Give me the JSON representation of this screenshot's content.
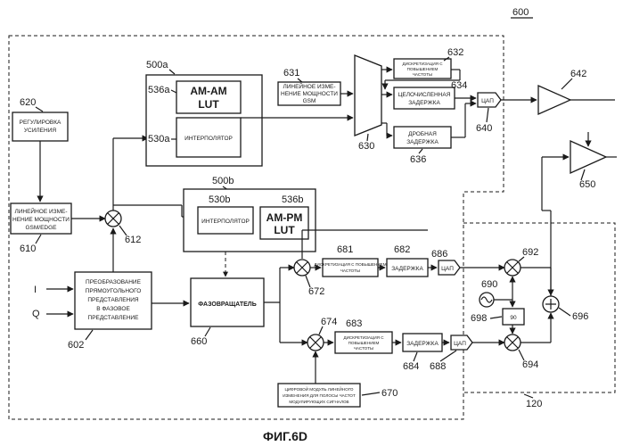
{
  "figure_number": "600",
  "caption": "ФИГ.6D",
  "blocks": {
    "gain_adjust": {
      "ref": "620",
      "lines": [
        "РЕГУЛИРОВКА",
        "УСИЛЕНИЯ"
      ]
    },
    "linear_gsm_edge": {
      "ref": "610",
      "lines": [
        "ЛИНЕЙНОЕ ИЗМЕ-",
        "НЕНИЕ МОЩНОСТИ",
        "GSM/EDGE"
      ]
    },
    "iq_conv": {
      "ref": "602",
      "lines": [
        "ПРЕОБРАЗОВАНИЕ",
        "ПРЯМОУГОЛЬНОГО",
        "ПРЕДСТАВЛЕНИЯ",
        "В ФАЗОВОЕ",
        "ПРЕДСТАВЛЕНИЕ"
      ]
    },
    "block_500a": {
      "ref": "500a"
    },
    "am_am_lut": {
      "ref": "536a",
      "lines": [
        "AM-AM",
        "LUT"
      ]
    },
    "interp_a": {
      "ref": "530a",
      "label": "ИНТЕРПОЛЯТОР"
    },
    "block_500b": {
      "ref": "500b"
    },
    "interp_b": {
      "ref": "530b",
      "label": "ИНТЕРПОЛЯТОР"
    },
    "am_pm_lut": {
      "ref": "536b",
      "lines": [
        "AM-PM",
        "LUT"
      ]
    },
    "phase_rot": {
      "ref": "660",
      "label": "ФАЗОВРАЩАТЕЛЬ"
    },
    "linear_gsm": {
      "ref": "631",
      "lines": [
        "ЛИНЕЙНОЕ ИЗМЕ-",
        "НЕНИЕ МОЩНОСТИ",
        "GSM"
      ]
    },
    "mux": {
      "ref": "630"
    },
    "upsample_top": {
      "ref": "632",
      "lines": [
        "ДИСКРЕТИЗАЦИЯ С",
        "ПОВЫШЕНИЕМ",
        "ЧАСТОТЫ"
      ]
    },
    "int_delay": {
      "ref": "634",
      "lines": [
        "ЦЕЛОЧИСЛЕННАЯ",
        "ЗАДЕРЖКА"
      ]
    },
    "frac_delay": {
      "ref": "636",
      "lines": [
        "ДРОБНАЯ",
        "ЗАДЕРЖКА"
      ]
    },
    "dac_top": {
      "ref": "640",
      "label": "ЦАП"
    },
    "amp_top": {
      "ref": "642"
    },
    "amp_bottom": {
      "ref": "650"
    },
    "upsample_i": {
      "ref": "681",
      "lines": [
        "ДИСКРЕТИЗАЦИЯ С ПОВЫШЕНИЕМ",
        "ЧАСТОТЫ"
      ]
    },
    "delay_i": {
      "ref": "682",
      "label": "ЗАДЕРЖКА"
    },
    "dac_i": {
      "ref": "686",
      "label": "ЦАП"
    },
    "upsample_q": {
      "ref": "683",
      "lines": [
        "ДИСКРЕТИЗАЦИЯ С",
        "ПОВЫШЕНИЕМ",
        "ЧАСТОТЫ"
      ]
    },
    "delay_q": {
      "ref": "684",
      "label": "ЗАДЕРЖКА"
    },
    "dac_q": {
      "ref": "688",
      "label": "ЦАП"
    },
    "digital_module": {
      "ref": "670",
      "lines": [
        "ЦИФРОВОЙ МОДУЛЬ ЛИНЕЙНОГО",
        "ИЗМЕНЕНИЯ ДЛЯ ПОЛОСЫ ЧАСТОТ",
        "МОДУЛИРУЮЩИХ СИГНАЛОВ"
      ]
    },
    "phase90": {
      "ref": "698",
      "label": "90"
    },
    "oscillator": {
      "ref": "690"
    },
    "sum": {
      "ref": "696"
    },
    "analog_region": {
      "ref": "120"
    }
  },
  "multipliers": {
    "m612": "612",
    "m672": "672",
    "m674": "674",
    "m692": "692",
    "m694": "694"
  },
  "inputs": {
    "i": "I",
    "q": "Q"
  }
}
